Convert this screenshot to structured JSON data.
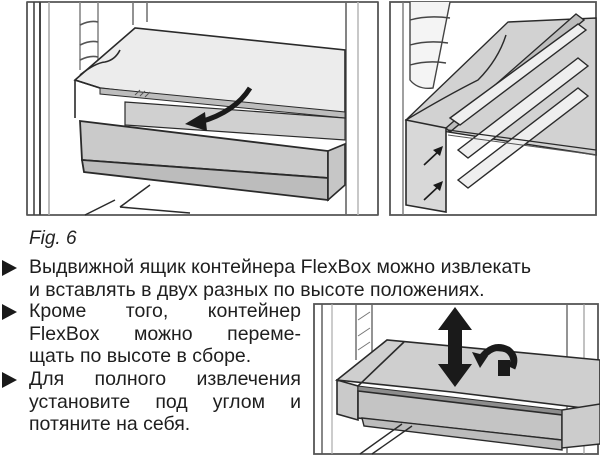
{
  "figure": {
    "caption": "Fig. 6",
    "illustrations": [
      {
        "id": "flexbox-drawer-removal",
        "description": "Drawer pulled out from under shelf with curved arrow"
      },
      {
        "id": "flexbox-rail-positions",
        "description": "Side rails with two height positions and arrows"
      },
      {
        "id": "flexbox-height-adjust",
        "description": "FlexBox container with up/down arrow and tilt arrow"
      }
    ]
  },
  "instructions": [
    {
      "bullet_icon": "triangle-bullet",
      "lines": [
        "Выдвижной ящик контейнера FlexBox можно извлекать",
        "и вставлять в двух разных по высоте положениях."
      ]
    },
    {
      "bullet_icon": "triangle-bullet",
      "lines": [
        "Кроме того, контейнер",
        "FlexBox можно переме-",
        "щать по высоте в сборе."
      ]
    },
    {
      "bullet_icon": "triangle-bullet",
      "lines": [
        "Для полного извлечения",
        "установите под углом и",
        "потяните на себя."
      ]
    }
  ],
  "colors": {
    "line": "#2a2a2a",
    "fill_gray": "#cfcfcf",
    "fill_light": "#ececec",
    "text": "#1e1e1e"
  }
}
